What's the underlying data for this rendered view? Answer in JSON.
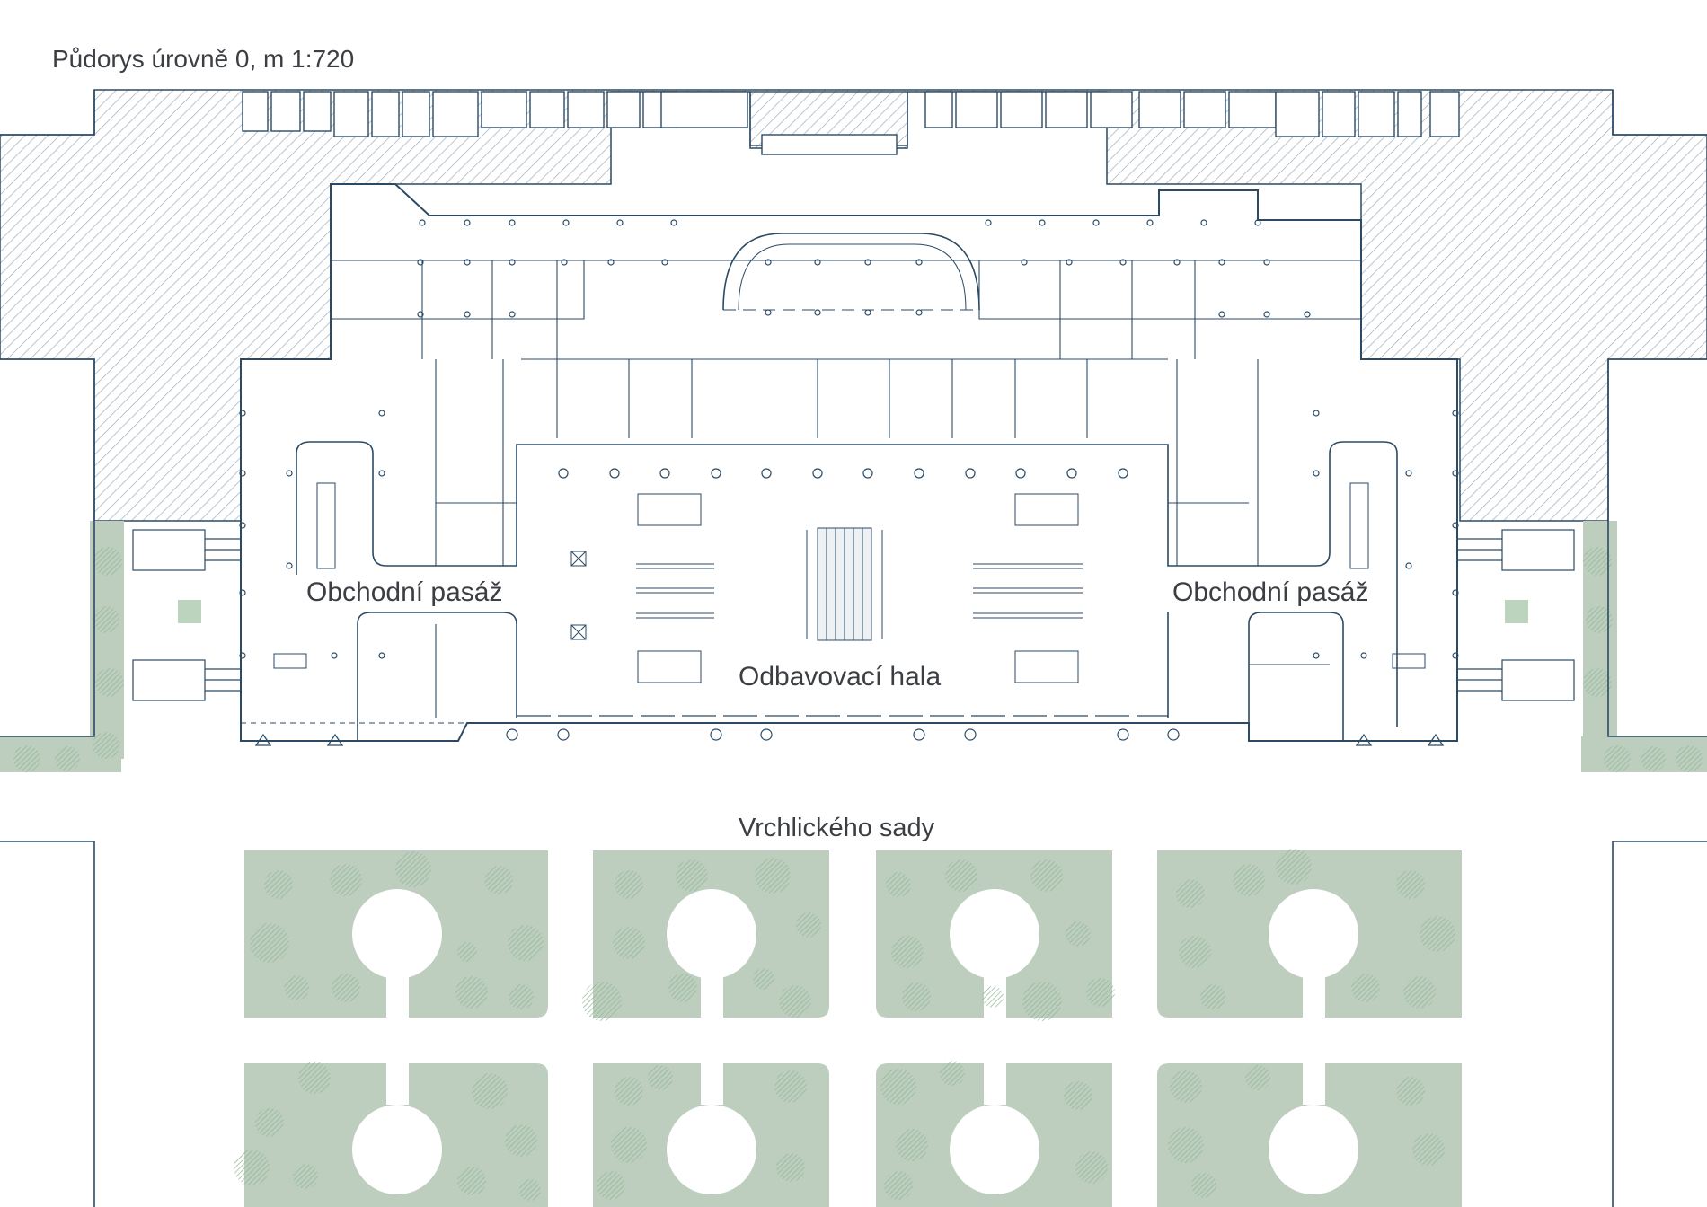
{
  "title": "Půdorys úrovně 0, m 1:720",
  "labels": {
    "shopping_left": "Obchodní pasáž",
    "shopping_right": "Obchodní pasáž",
    "hall": "Odbavovací hala",
    "park": "Vrchlického sady"
  },
  "colors": {
    "line": "#2c4a64",
    "hatch": "#a9b6c1",
    "green": "#bdcebf",
    "tree": "#8fb792",
    "text": "#3b3f44",
    "background": "#ffffff"
  },
  "park_blocks": {
    "count": 8,
    "rows": 2,
    "columns": 4
  }
}
